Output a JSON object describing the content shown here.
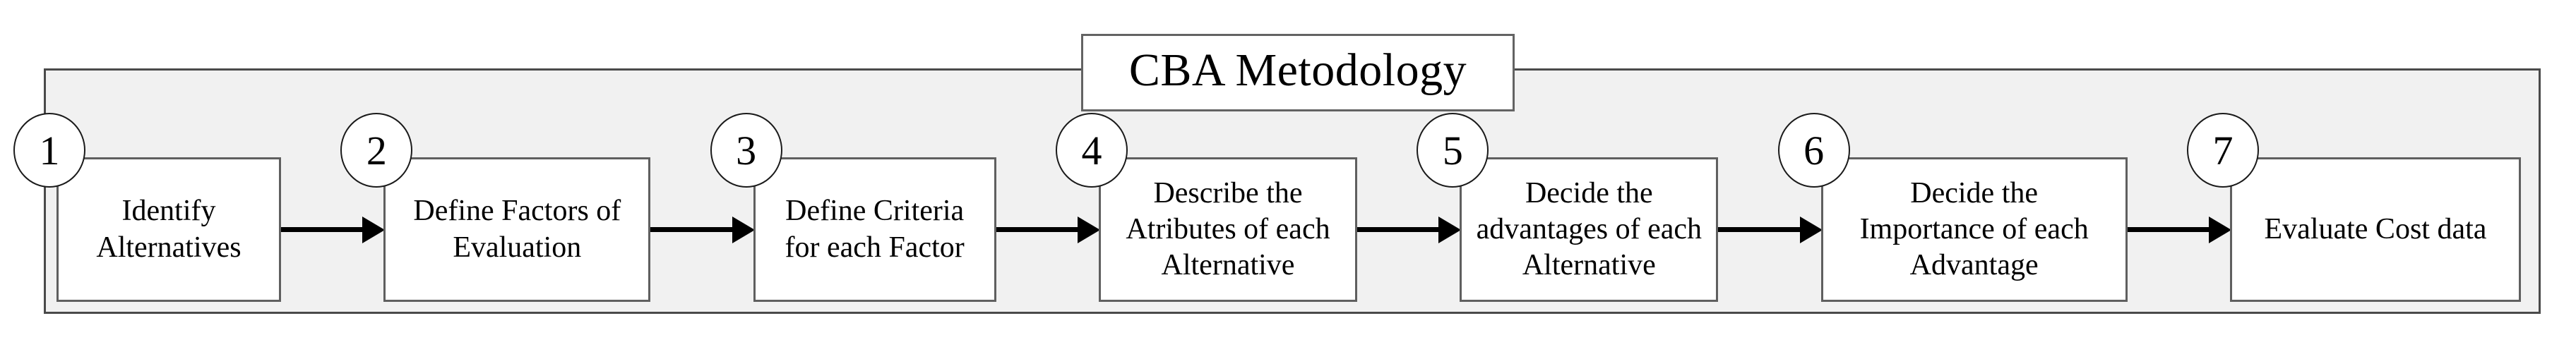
{
  "title": "CBA Metodology",
  "steps": [
    {
      "number": "1",
      "label": "Identify\nAlternatives"
    },
    {
      "number": "2",
      "label": "Define Factors of\nEvaluation"
    },
    {
      "number": "3",
      "label": "Define Criteria\nfor each Factor"
    },
    {
      "number": "4",
      "label": "Describe the\nAtributes of each\nAlternative"
    },
    {
      "number": "5",
      "label": "Decide the\nadvantages of each\nAlternative"
    },
    {
      "number": "6",
      "label": "Decide the\nImportance of each\nAdvantage"
    },
    {
      "number": "7",
      "label": "Evaluate Cost data"
    }
  ],
  "colors": {
    "container_fill": "#f1f1f1",
    "container_border": "#4a4a4a",
    "box_border": "#5f5f5f",
    "arrow": "#000000",
    "text": "#000000"
  }
}
